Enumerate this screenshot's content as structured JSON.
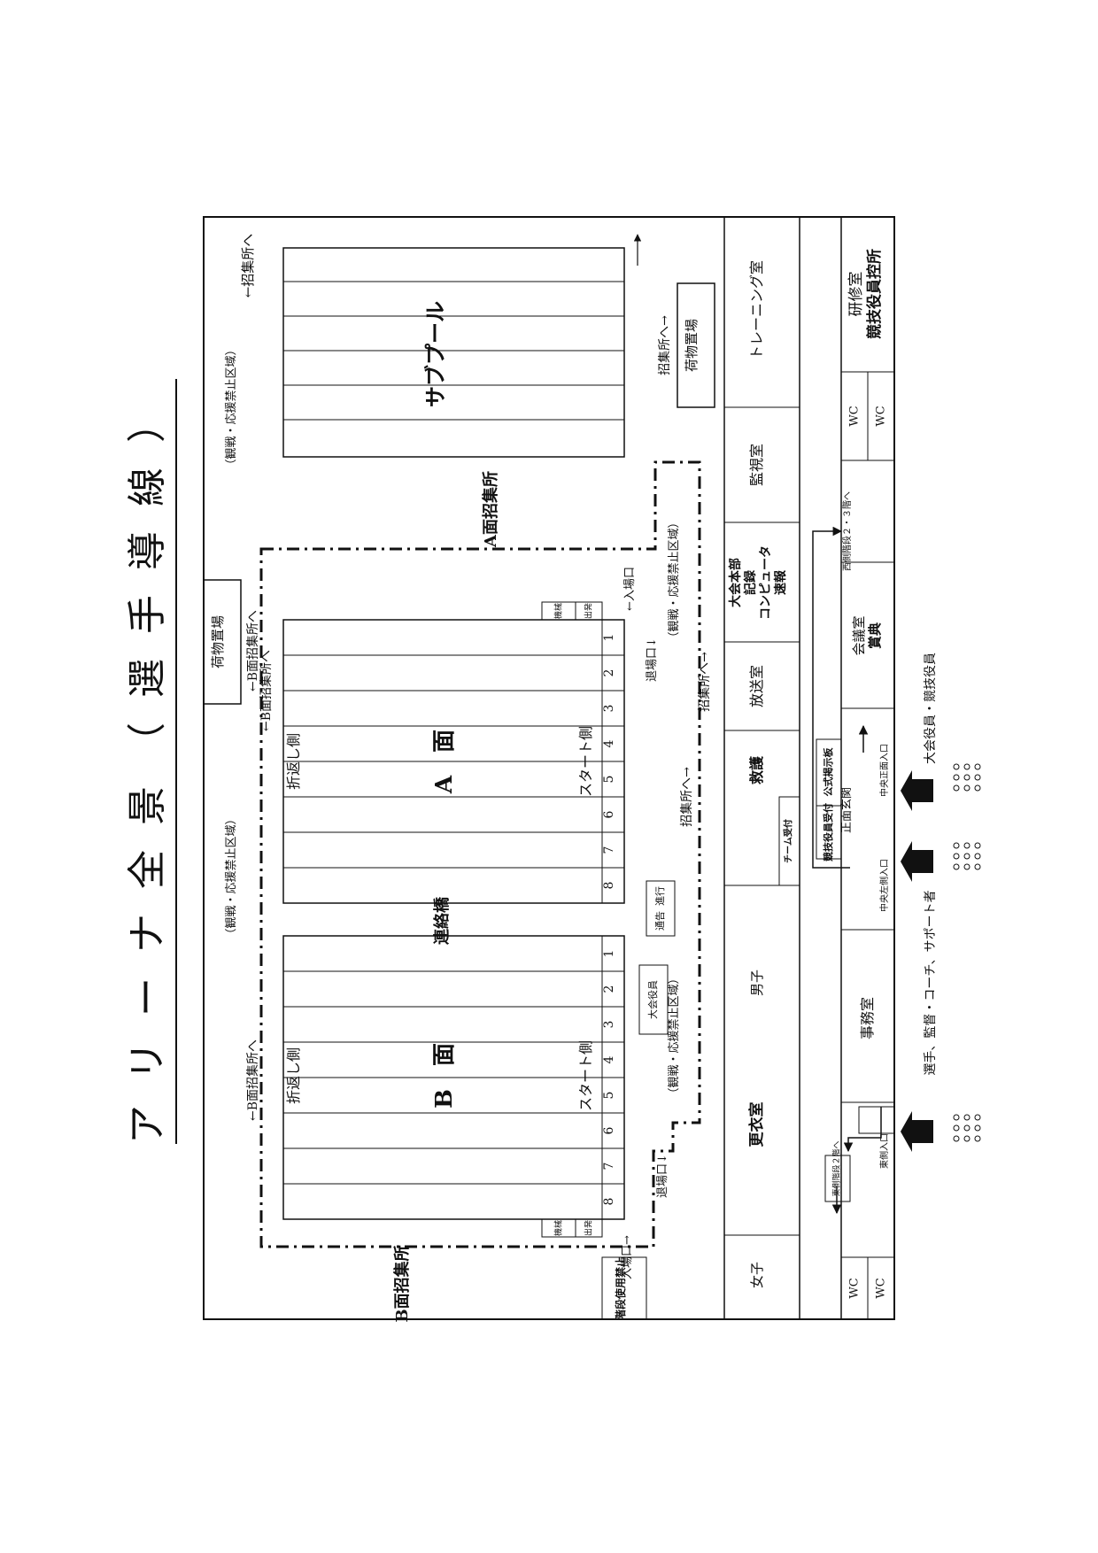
{
  "title": "アリーナ全景（選手導線）",
  "pools": {
    "sub_pool": "サブプール",
    "pool_a": "A　面",
    "pool_b": "B　面",
    "turn_side": "折返し側",
    "start_side": "スタート側",
    "lanes": [
      "1",
      "2",
      "3",
      "4",
      "5",
      "6",
      "7",
      "8"
    ],
    "bridge": "連絡橋",
    "machine": "機械",
    "departure": "出発",
    "announce": "通告",
    "progress": "進行",
    "officials": "大会役員"
  },
  "zones": {
    "a_call_area": "A面招集所",
    "b_call_area": "B面招集所",
    "to_call_area_top": "←招集所へ",
    "to_b_call_1": "←B面招集所へ",
    "to_b_call_2": "←B面招集所へ",
    "to_b_call_3": "←B面招集所へ",
    "to_call_1": "招集所へ→",
    "to_call_2": "招集所へ→",
    "to_call_3": "招集所へ→",
    "no_spectators": "（観戦・応援禁止区域）",
    "entrance": "←入場口",
    "entrance_b": "入場口→",
    "exit_a": "退場口↓",
    "exit_b": "退場口↓",
    "luggage_1": "荷物置場",
    "luggage_2": "荷物置場",
    "stairs_prohibited": "階段使用禁止"
  },
  "rooms": {
    "training": "トレーニング室",
    "monitor": "監視室",
    "hq_lines": [
      "大会本部",
      "記録",
      "コンピュータ",
      "速報"
    ],
    "broadcast": "放送室",
    "first_aid": "救護",
    "team_reception": "チーム受付",
    "locker": "更衣室",
    "men": "男子",
    "women": "女子",
    "office": "事務室",
    "meeting_lines": [
      "会議室",
      "賞典"
    ],
    "study_lines": [
      "研修室",
      "競技役員控所"
    ],
    "wc": "WC",
    "stairs_2_3": "西側階段２・３階へ",
    "stairs_2": "東側階段２階へ",
    "bulletin": "公式掲示板",
    "official_reception": "競技役員受付",
    "main_entrance": "正面玄関"
  },
  "entrances": {
    "center_front": "中央正面入口",
    "center_left": "中央左側入口",
    "east": "東側入口",
    "legend_1": "大会役員・競技役員",
    "legend_2": "選手、監督・コーチ、サポート者"
  }
}
